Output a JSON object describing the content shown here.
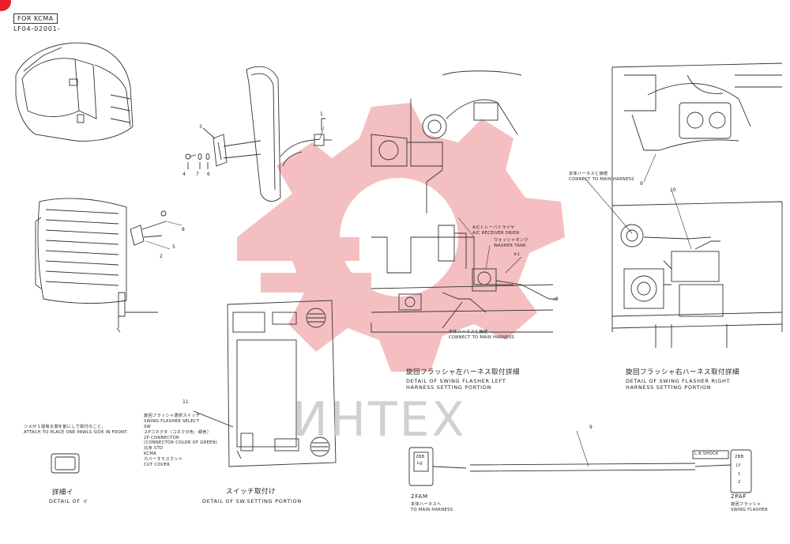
{
  "header": {
    "tag": "FOR KCMA",
    "serial": "LF04-02001-"
  },
  "parts": [
    "1",
    "2",
    "3",
    "4",
    "5",
    "6",
    "7",
    "8",
    "9",
    "10",
    "11"
  ],
  "notes": {
    "receiver_drier_jp": "A/Cレシーバドライヤ",
    "receiver_drier_en": "A/C RECEIVER DRIER",
    "washer_tank_jp": "ウォッシャタンク",
    "washer_tank_en": "WASHER TANK",
    "star": "※1",
    "connect_main_jp": "本体ハーネスと接続",
    "connect_main_en": "CONNECT TO MAIN HARNESS",
    "connect_main_jp_2": "本体ハーネスと接続",
    "connect_main_en_2": "CONNECT TO MAIN HARNESS",
    "attach_jp": "ツメが１個有る側を前にして取付のこと。",
    "attach_en": "ATTACH TO PLACE ONE PAWLS SIDE IN FRONT.",
    "switch_select_jp": "旋回フラッシャ選択スイッチ",
    "switch_select_en": "SWING FLASHER SELECT",
    "sw": "SW",
    "connector_jp": "２Pコネクタ（コネクタ色：緑色）",
    "connector_en1": "2P CONNECTOR",
    "connector_en2": "(CONNECTOR COLOR OF GREEN)",
    "std_jp": "北米 STD",
    "kcma": "KCMA",
    "cut_cover_jp": "カバーすりスクット",
    "cut_cover_en": "CUT COVER"
  },
  "captions": {
    "left_jp": "旋回フラッシャ左ハーネス取付詳細",
    "left_en1": "DETAIL OF SWING FLASHER LEFT",
    "left_en2": "HARNESS SETTING PORTION",
    "right_jp": "旋回フラッシャ右ハーネス取付詳細",
    "right_en1": "DETAIL OF SWING FLASHER RIGHT",
    "right_en2": "HARNESS SETTING PORTION",
    "detail_i_jp": "詳細イ",
    "detail_i_en": "DETAIL OF イ",
    "switch_jp": "スイッチ取付け",
    "switch_en": "DETAIL OF SW.SETTING PORTION"
  },
  "harness": {
    "left_code": "2FAM",
    "left_jp": "本体ハーネスへ",
    "left_en": "TO MAIN HARNESS",
    "right_code": "2PAF",
    "right_jp": "旋回フラッシャ",
    "right_en": "SWING FLASHER",
    "tape": "L.R.SHOCK",
    "left_pins": [
      "2BB",
      "Lg"
    ],
    "right_pins": [
      "2BB",
      "LY",
      "1",
      "2"
    ]
  },
  "watermark": "ИНТЕХ",
  "colors": {
    "watermark_red": "#e8202a",
    "line": "#333333"
  }
}
